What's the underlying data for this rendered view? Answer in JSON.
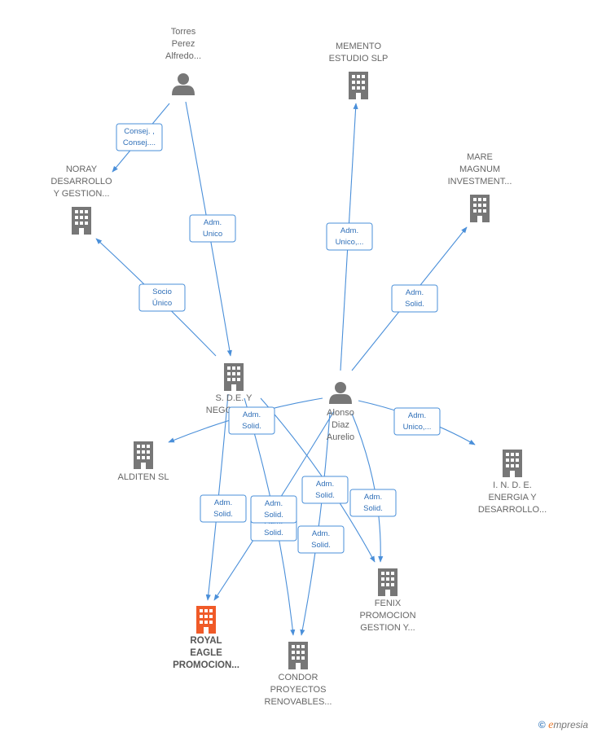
{
  "nodes": [
    {
      "id": "torres",
      "kind": "person",
      "lines": [
        "Torres",
        "Perez",
        "Alfredo..."
      ]
    },
    {
      "id": "memento",
      "kind": "company",
      "lines": [
        "MEMENTO",
        "ESTUDIO  SLP"
      ]
    },
    {
      "id": "noray",
      "kind": "company",
      "lines": [
        "NORAY",
        "DESARROLLO",
        "Y GESTION..."
      ]
    },
    {
      "id": "mare",
      "kind": "company",
      "lines": [
        "MARE",
        "MAGNUM",
        "INVESTMENT..."
      ]
    },
    {
      "id": "sdey",
      "kind": "company",
      "lines": [
        "S. D.E. Y",
        "NEGOCIOS..."
      ]
    },
    {
      "id": "alonso",
      "kind": "person",
      "lines": [
        "Alonso",
        "Diaz",
        "Aurelio"
      ]
    },
    {
      "id": "alditen",
      "kind": "company",
      "lines": [
        "ALDITEN SL"
      ]
    },
    {
      "id": "inde",
      "kind": "company",
      "lines": [
        "I.  N. D. E.",
        "ENERGIA Y",
        "DESARROLLO..."
      ]
    },
    {
      "id": "royal",
      "kind": "company-main",
      "lines": [
        "ROYAL",
        "EAGLE",
        "PROMOCION..."
      ]
    },
    {
      "id": "fenix",
      "kind": "company",
      "lines": [
        "FENIX",
        "PROMOCION",
        "GESTION Y..."
      ]
    },
    {
      "id": "condor",
      "kind": "company",
      "lines": [
        "CONDOR",
        "PROYECTOS",
        "RENOVABLES..."
      ]
    }
  ],
  "edges": [
    {
      "from": "torres",
      "to": "noray",
      "label": [
        "Consej. ,",
        "Consej...."
      ]
    },
    {
      "from": "torres",
      "to": "sdey",
      "label": [
        "Adm.",
        "Unico"
      ]
    },
    {
      "from": "sdey",
      "to": "noray",
      "label": [
        "Socio",
        "Único"
      ]
    },
    {
      "from": "alonso",
      "to": "memento",
      "label": [
        "Adm.",
        "Unico,..."
      ]
    },
    {
      "from": "alonso",
      "to": "mare",
      "label": [
        "Adm.",
        "Solid."
      ]
    },
    {
      "from": "alonso",
      "to": "inde",
      "label": [
        "Adm.",
        "Unico,..."
      ]
    },
    {
      "from": "alonso",
      "to": "alditen",
      "label": [
        "Adm.",
        "Solid."
      ]
    },
    {
      "from": "sdey",
      "to": "royal",
      "label": [
        "Adm.",
        "Solid."
      ]
    },
    {
      "from": "alonso",
      "to": "royal",
      "label": [
        "Adm.",
        "Solid."
      ]
    },
    {
      "from": "sdey",
      "to": "condor",
      "label": [
        "Adm.",
        "Solid."
      ]
    },
    {
      "from": "alonso",
      "to": "condor",
      "label": [
        "Adm.",
        "Solid."
      ]
    },
    {
      "from": "sdey",
      "to": "fenix",
      "label": [
        "Adm.",
        "Solid."
      ]
    },
    {
      "from": "alonso",
      "to": "fenix",
      "label": [
        "Adm.",
        "Solid."
      ]
    }
  ],
  "colors": {
    "edge": "#4a8fd9",
    "company": "#777777",
    "person": "#777777",
    "main_company": "#f05a28"
  },
  "brand": {
    "copyright": "©",
    "e": "e",
    "rest": "mpresia"
  }
}
